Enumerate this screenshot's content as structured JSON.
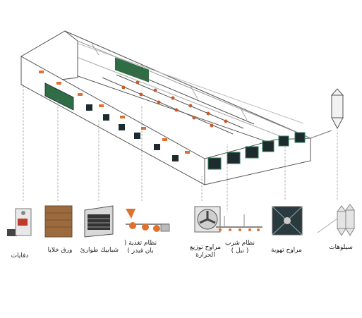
{
  "colors": {
    "outline": "#555555",
    "fan_dark": "#1d2b2f",
    "fan_green": "#2e7d5b",
    "orange": "#e07030",
    "green_panel": "#2f6e45",
    "drinker_red": "#c85a2a",
    "leader": "#888888"
  },
  "equipment": {
    "items": [
      {
        "id": "heaters",
        "label": "دفايات",
        "icon": "heater-icon"
      },
      {
        "id": "cooling-pads",
        "label": "ورق خلايا",
        "icon": "cooling-pad-icon"
      },
      {
        "id": "emergency-shutters",
        "label": "شبابيك طوارئ",
        "icon": "shutter-icon"
      },
      {
        "id": "feeding-system",
        "label": "نظام تغذية ( بان فيدر )",
        "icon": "feeder-icon"
      },
      {
        "id": "circulation-fans",
        "label": "مراوح توزيع الحرارة",
        "icon": "circulation-fan-icon"
      },
      {
        "id": "drinking-system",
        "label": "نظام شرب ( نبل )",
        "icon": "nipple-drinker-icon"
      },
      {
        "id": "exhaust-fans",
        "label": "مراوح تهوية",
        "icon": "exhaust-fan-icon"
      },
      {
        "id": "silos",
        "label": "سيلوهات",
        "icon": "silo-icon"
      }
    ]
  }
}
